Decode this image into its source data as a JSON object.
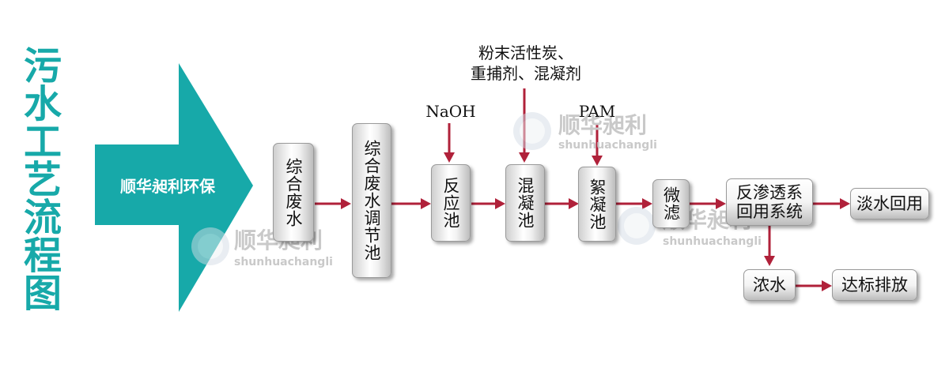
{
  "title": "污水工艺流程图",
  "brand": "顺华昶利环保",
  "watermark": {
    "cn": "顺华昶利",
    "en": "shunhuachangli"
  },
  "reagents": {
    "naoh": "NaOH",
    "carbon_line1": "粉末活性炭、",
    "carbon_line2": "重捕剂、混凝剂",
    "pam": "PAM"
  },
  "steps": {
    "wastewater": "综合废水",
    "equalization": "综合废水调节池",
    "reaction": "反应池",
    "coagulation": "混凝池",
    "flocculation": "絮凝池",
    "microfilter": "微滤",
    "ro": "反渗透系回用系统",
    "fresh_reuse": "淡水回用",
    "concentrate": "浓水",
    "discharge": "达标排放"
  },
  "colors": {
    "title": "#17a9a9",
    "arrow_big": "#17a9a9",
    "flow_arrow": "#b0213a",
    "text": "#111111"
  }
}
